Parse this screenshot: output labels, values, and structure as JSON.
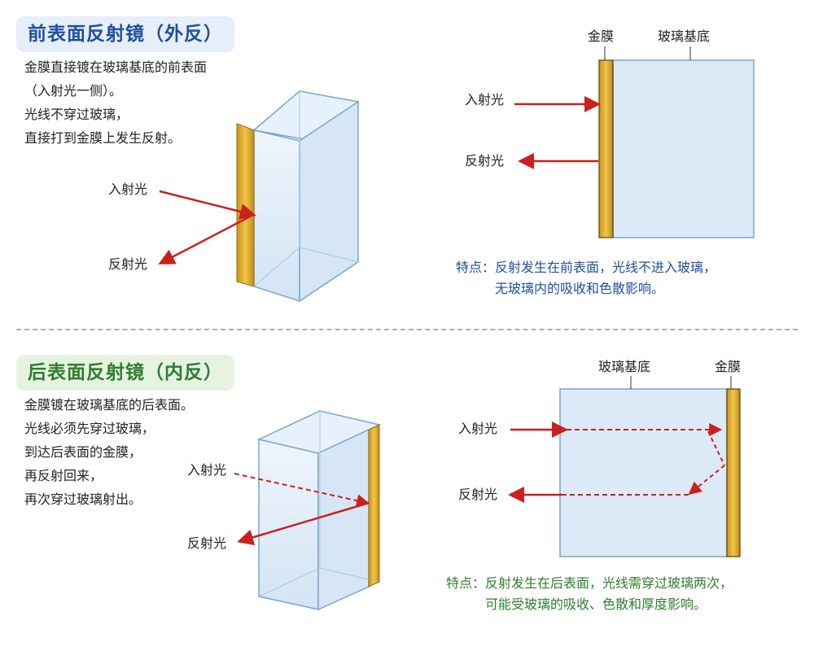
{
  "front": {
    "title": "前表面反射镜（外反）",
    "description": [
      "金膜直接镀在玻璃基底的前表面",
      "（入射光一侧）。",
      "光线不穿过玻璃，",
      "直接打到金膜上发生反射。"
    ],
    "labels": {
      "incident": "入射光",
      "reflected": "反射光",
      "gold_film": "金膜",
      "glass_substrate": "玻璃基底"
    },
    "feature": [
      "特点：反射发生在前表面，光线不进入玻璃，",
      "无玻璃内的吸收和色散影响。"
    ]
  },
  "back": {
    "title": "后表面反射镜（内反）",
    "description": [
      "金膜镀在玻璃基底的后表面。",
      "光线必须先穿过玻璃，",
      "到达后表面的金膜，",
      "再反射回来，",
      "再次穿过玻璃射出。"
    ],
    "labels": {
      "incident": "入射光",
      "reflected": "反射光",
      "gold_film": "金膜",
      "glass_substrate": "玻璃基底"
    },
    "feature": [
      "特点：反射发生在后表面，光线需穿过玻璃两次，",
      "可能受玻璃的吸收、色散和厚度影响。"
    ]
  },
  "colors": {
    "gold": "#d9a82a",
    "ray": "#cc1f1f",
    "glass": "#dce9f6",
    "glass_edge": "#7aa5cc"
  }
}
